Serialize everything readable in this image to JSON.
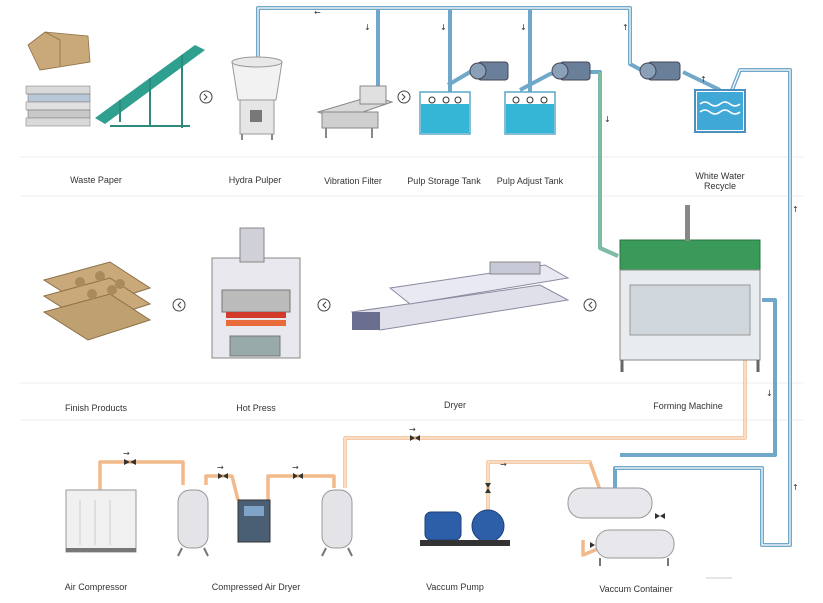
{
  "labels": {
    "waste_paper": "Waste Paper",
    "hydra_pulper": "Hydra Pulper",
    "vibration_filter": "Vibration Filter",
    "pulp_storage_tank": "Pulp Storage Tank",
    "pulp_adjust_tank": "Pulp Adjust Tank",
    "white_water_recycle": "White Water Recycle",
    "finish_products": "Finish Products",
    "hot_press": "Hot Press",
    "dryer": "Dryer",
    "forming_machine": "Forming Machine",
    "air_compressor": "Air Compressor",
    "compressed_air_dryer": "Compressed Air Dryer",
    "vaccum_pump": "Vaccum Pump",
    "vaccum_container": "Vaccum Container"
  },
  "colors": {
    "water_pipe": "#6fa8c9",
    "air_pipe": "#f2b98a",
    "pulp_pipe": "#7fbf9a",
    "tank_water": "#35b6d6",
    "conveyor": "#2f9f8f",
    "machine_green": "#3a9a5a",
    "pump_blue": "#2d5fa8",
    "paper_tan": "#c9a97a"
  }
}
